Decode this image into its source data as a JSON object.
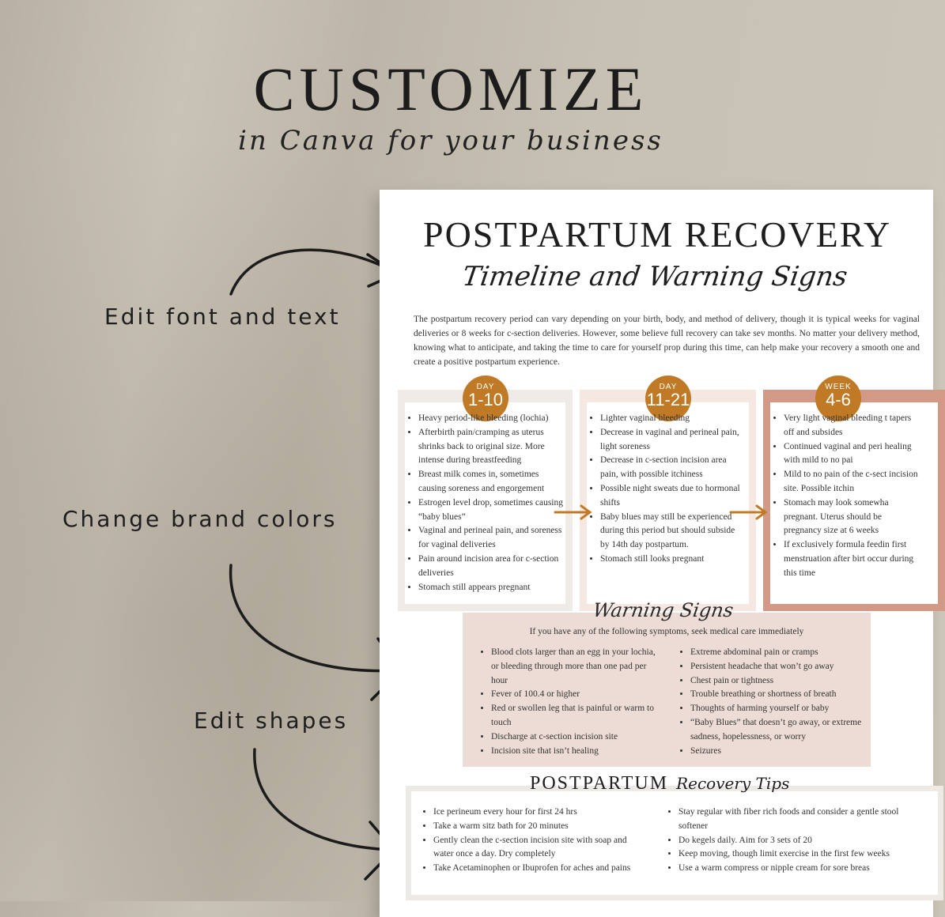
{
  "headline": {
    "title": "CUSTOMIZE",
    "subtitle": "in Canva for your business"
  },
  "callouts": {
    "font": "Edit font and text",
    "colors": "Change brand colors",
    "shapes": "Edit shapes"
  },
  "colors": {
    "accent": "#c07a25",
    "stage1_frame": "#efebe6",
    "stage2_frame": "#f5e7e2",
    "stage3_frame": "#d29a86",
    "warning_bg": "#ecdcd5",
    "tips_frame": "#ede9e5"
  },
  "document": {
    "title": "POSTPARTUM RECOVERY",
    "subtitle": "Timeline and Warning Signs",
    "intro": "The postpartum recovery period can vary depending on your birth, body, and method of delivery, though it is typical weeks for vaginal deliveries or 8 weeks for c-section deliveries. However, some believe full recovery can take sev months. No matter your delivery method, knowing what to anticipate, and taking the time to care for yourself prop during this time, can help make your recovery a smooth one and create a positive postpartum experience.",
    "stages": [
      {
        "badge_small": "DAY",
        "badge_big": "1-10",
        "items": [
          "Heavy period-like bleeding (lochia)",
          "Afterbirth pain/cramping as uterus shrinks back to original size. More intense during breastfeeding",
          "Breast milk comes in, sometimes causing soreness and engorgement",
          "Estrogen level drop, sometimes causing “baby blues”",
          "Vaginal and perineal pain, and soreness for vaginal deliveries",
          "Pain around incision area for c-section deliveries",
          "Stomach still appears pregnant"
        ]
      },
      {
        "badge_small": "DAY",
        "badge_big": "11-21",
        "items": [
          "Lighter vaginal bleeding",
          "Decrease in vaginal and perineal pain, light soreness",
          "Decrease in c-section incision area pain, with possible itchiness",
          "Possible night sweats due to hormonal shifts",
          "Baby blues may still be experienced during this period but should subside by 14th day postpartum.",
          "Stomach still looks pregnant"
        ]
      },
      {
        "badge_small": "WEEK",
        "badge_big": "4-6",
        "items": [
          "Very light vaginal bleeding t tapers off and subsides",
          "Continued vaginal and peri healing with mild to no pai",
          "Mild to no pain of the c-sect incision site. Possible itchin",
          "Stomach may look somewha pregnant. Uterus should be pregnancy size at 6 weeks",
          "If exclusively formula feedin first menstruation after birt occur during this time"
        ]
      }
    ],
    "warning": {
      "title": "Warning Signs",
      "lead": "If you have any of the following symptoms, seek medical care immediately",
      "left": [
        "Blood clots larger than an egg in your lochia, or bleeding through more than one pad per hour",
        "Fever of 100.4 or higher",
        "Red or swollen leg that is painful or warm to touch",
        "Discharge at c-section incision site",
        "Incision site that isn’t healing"
      ],
      "right": [
        "Extreme abdominal pain or cramps",
        "Persistent headache that won’t go away",
        "Chest pain or tightness",
        "Trouble breathing or shortness of breath",
        "Thoughts of harming yourself or baby",
        "“Baby Blues” that doesn’t go away, or extreme sadness, hopelessness, or worry",
        "Seizures"
      ]
    },
    "tips": {
      "title_word": "POSTPARTUM",
      "title_script": "Recovery Tips",
      "left": [
        "Ice perineum every hour for first 24 hrs",
        "Take a warm sitz bath for 20 minutes",
        "Gently clean the c-section incision site with soap and water once a day. Dry completely",
        "Take Acetaminophen or Ibuprofen for aches and pains"
      ],
      "right": [
        "Stay regular with fiber rich foods and consider a gentle stool softener",
        "Do kegels daily. Aim for 3 sets of 20",
        "Keep moving, though limit exercise in the first few weeks",
        "Use a warm compress or nipple cream for sore breas"
      ]
    }
  }
}
